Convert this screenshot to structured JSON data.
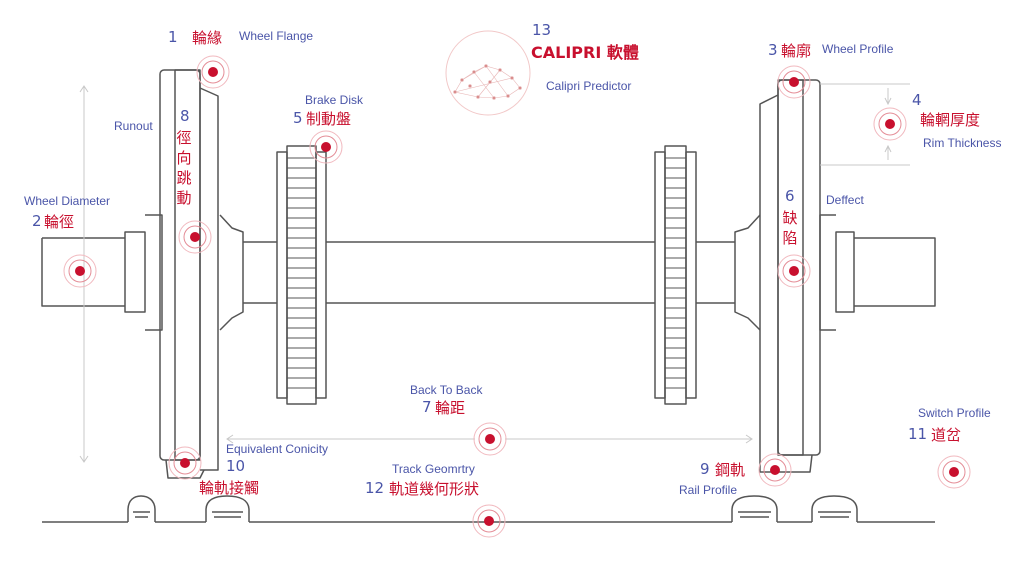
{
  "labels": {
    "p1": {
      "num": "1",
      "zh": "輪緣",
      "en": "Wheel Flange"
    },
    "p2": {
      "num": "2",
      "zh": "輪徑",
      "en": "Wheel Diameter"
    },
    "p3": {
      "num": "3",
      "zh": "輪廓",
      "en": "Wheel Profile"
    },
    "p4": {
      "num": "4",
      "zh": "輪輞厚度",
      "en": "Rim Thickness"
    },
    "p5": {
      "num": "5",
      "zh": "制動盤",
      "en": "Brake Disk"
    },
    "p6": {
      "num": "6",
      "zh": "缺陷",
      "en": "Deffect"
    },
    "p7": {
      "num": "7",
      "zh": "輪距",
      "en": "Back To Back"
    },
    "p8": {
      "num": "8",
      "zh": "徑向跳動",
      "en": "Runout"
    },
    "p9": {
      "num": "9",
      "zh": "鋼軌",
      "en": "Rail Profile"
    },
    "p10": {
      "num": "10",
      "zh": "輪軌接觸",
      "en": "Equivalent Conicity"
    },
    "p11": {
      "num": "11",
      "zh": "道岔",
      "en": "Switch Profile"
    },
    "p12": {
      "num": "12",
      "zh": "軌道幾何形狀",
      "en": "Track Geomrtry"
    },
    "p13": {
      "num": "13",
      "zh": "CALIPRI 軟體",
      "en": "Calipri Predictor"
    }
  },
  "colors": {
    "line": "#555555",
    "accent": "#c8102e",
    "label_blue": "#4a55a8",
    "dimension": "#c8c8c8"
  },
  "icons": [
    "target-marker-icon",
    "cloud-network-icon"
  ]
}
